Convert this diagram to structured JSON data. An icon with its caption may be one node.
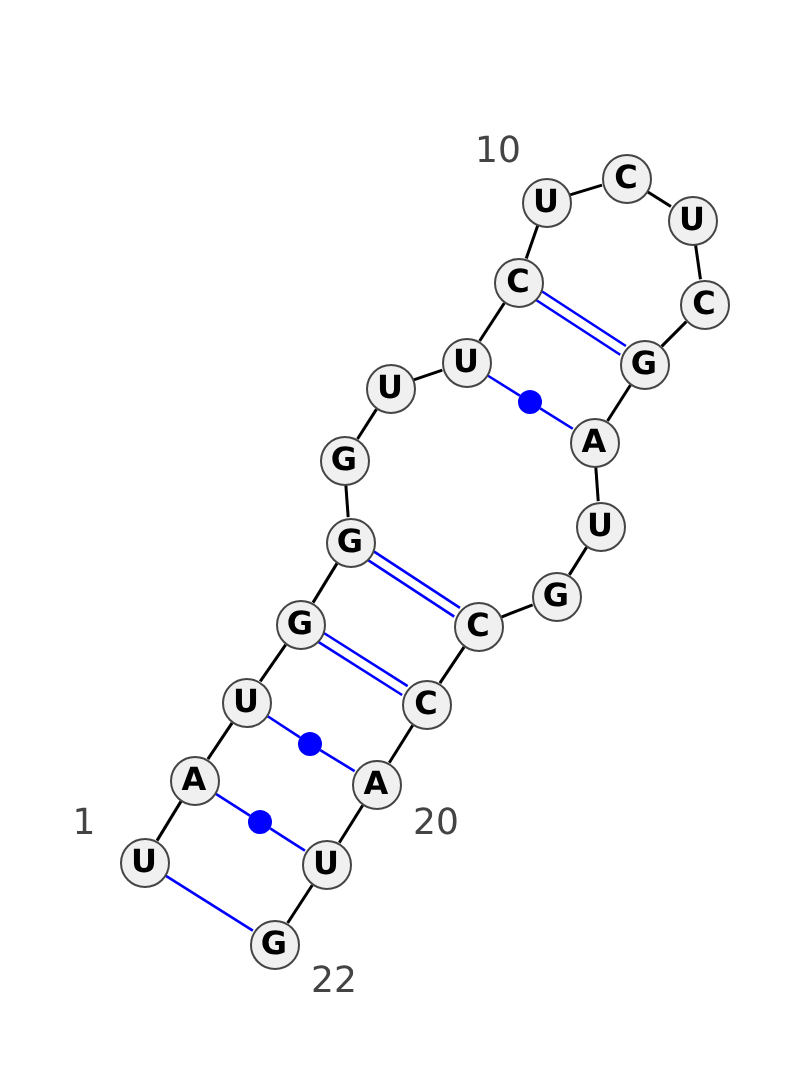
{
  "diagram": {
    "nodes": [
      {
        "text": [
          "U"
        ],
        "beside": [
          "1"
        ]
      },
      {
        "text": [
          "A"
        ]
      },
      {
        "text": [
          "U"
        ]
      },
      {
        "text": [
          "G"
        ]
      },
      {
        "text": [
          "G"
        ]
      },
      {
        "text": [
          "G"
        ]
      },
      {
        "text": [
          "U"
        ]
      },
      {
        "text": [
          "U"
        ]
      },
      {
        "text": [
          "C"
        ]
      },
      {
        "text": [
          "U"
        ],
        "beside": [
          "10"
        ]
      },
      {
        "text": [
          "C"
        ]
      },
      {
        "text": [
          "U"
        ]
      },
      {
        "text": [
          "C"
        ]
      },
      {
        "text": [
          "G"
        ]
      },
      {
        "text": [
          "A"
        ]
      },
      {
        "text": [
          "U"
        ]
      },
      {
        "text": [
          "G"
        ]
      },
      {
        "text": [
          "C"
        ]
      },
      {
        "text": [
          "C"
        ]
      },
      {
        "text": [
          "A"
        ],
        "beside": [
          "20"
        ]
      },
      {
        "text": [
          "U"
        ]
      },
      {
        "text": [
          "G"
        ],
        "beside": [
          "22"
        ]
      },
      {
        "text": [],
        "shape": "circle"
      },
      {
        "text": [],
        "shape": "circle"
      },
      {
        "text": [],
        "shape": "circle"
      }
    ],
    "edges": [
      {
        "from": 0,
        "to": 1,
        "arrow": "none"
      },
      {
        "from": 1,
        "to": 2,
        "arrow": "none"
      },
      {
        "from": 2,
        "to": 3,
        "arrow": "none"
      },
      {
        "from": 3,
        "to": 4,
        "arrow": "none"
      },
      {
        "from": 4,
        "to": 5,
        "arrow": "none"
      },
      {
        "from": 5,
        "to": 6,
        "arrow": "none"
      },
      {
        "from": 6,
        "to": 7,
        "arrow": "none"
      },
      {
        "from": 7,
        "to": 8,
        "arrow": "none"
      },
      {
        "from": 8,
        "to": 9,
        "arrow": "none"
      },
      {
        "from": 9,
        "to": 10,
        "arrow": "none"
      },
      {
        "from": 10,
        "to": 11,
        "arrow": "none"
      },
      {
        "from": 11,
        "to": 12,
        "arrow": "none"
      },
      {
        "from": 12,
        "to": 13,
        "arrow": "none"
      },
      {
        "from": 13,
        "to": 14,
        "arrow": "none"
      },
      {
        "from": 14,
        "to": 15,
        "arrow": "none"
      },
      {
        "from": 15,
        "to": 16,
        "arrow": "none"
      },
      {
        "from": 16,
        "to": 17,
        "arrow": "none"
      },
      {
        "from": 17,
        "to": 18,
        "arrow": "none"
      },
      {
        "from": 18,
        "to": 19,
        "arrow": "none"
      },
      {
        "from": 19,
        "to": 20,
        "arrow": "none"
      },
      {
        "from": 20,
        "to": 21,
        "arrow": "none"
      },
      {
        "from": 0,
        "to": 21,
        "arrow": "none",
        "color": "#0000ff"
      },
      {
        "from": 1,
        "to": 24,
        "arrow": "none",
        "color": "#0000ff"
      },
      {
        "from": 24,
        "to": 20,
        "arrow": "none",
        "color": "#0000ff"
      },
      {
        "from": 2,
        "to": 23,
        "arrow": "none",
        "color": "#0000ff"
      },
      {
        "from": 23,
        "to": 19,
        "arrow": "none",
        "color": "#0000ff"
      },
      {
        "from": 3,
        "to": 18,
        "arrow": "none",
        "color": "#0000ff"
      },
      {
        "from": 3,
        "to": 18,
        "arrow": "none",
        "color": "#0000ff"
      },
      {
        "from": 4,
        "to": 17,
        "arrow": "none",
        "color": "#0000ff"
      },
      {
        "from": 4,
        "to": 17,
        "arrow": "none",
        "color": "#0000ff"
      },
      {
        "from": 7,
        "to": 22,
        "arrow": "none",
        "color": "#0000ff"
      },
      {
        "from": 22,
        "to": 14,
        "arrow": "none",
        "color": "#0000ff"
      },
      {
        "from": 8,
        "to": 13,
        "arrow": "none",
        "color": "#0000ff"
      },
      {
        "from": 8,
        "to": 13,
        "arrow": "none",
        "color": "#0000ff"
      }
    ]
  }
}
